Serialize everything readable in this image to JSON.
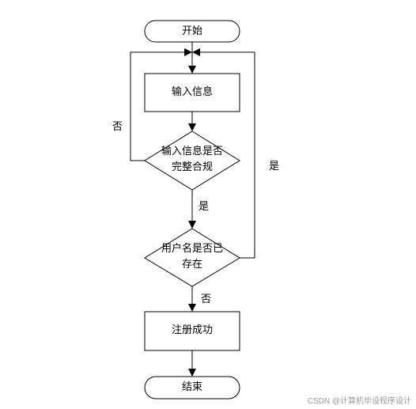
{
  "flow": {
    "start": "开始",
    "input": "输入信息",
    "check_compliance": [
      "输入信息是否",
      "完整合规"
    ],
    "check_exists": [
      "用户名是否已",
      "存在"
    ],
    "success": "注册成功",
    "end": "结束"
  },
  "edges": {
    "compliance_no": "否",
    "compliance_yes": "是",
    "exists_yes": "是",
    "exists_no": "否"
  },
  "watermark": "CSDN @计算机毕设程序设计"
}
